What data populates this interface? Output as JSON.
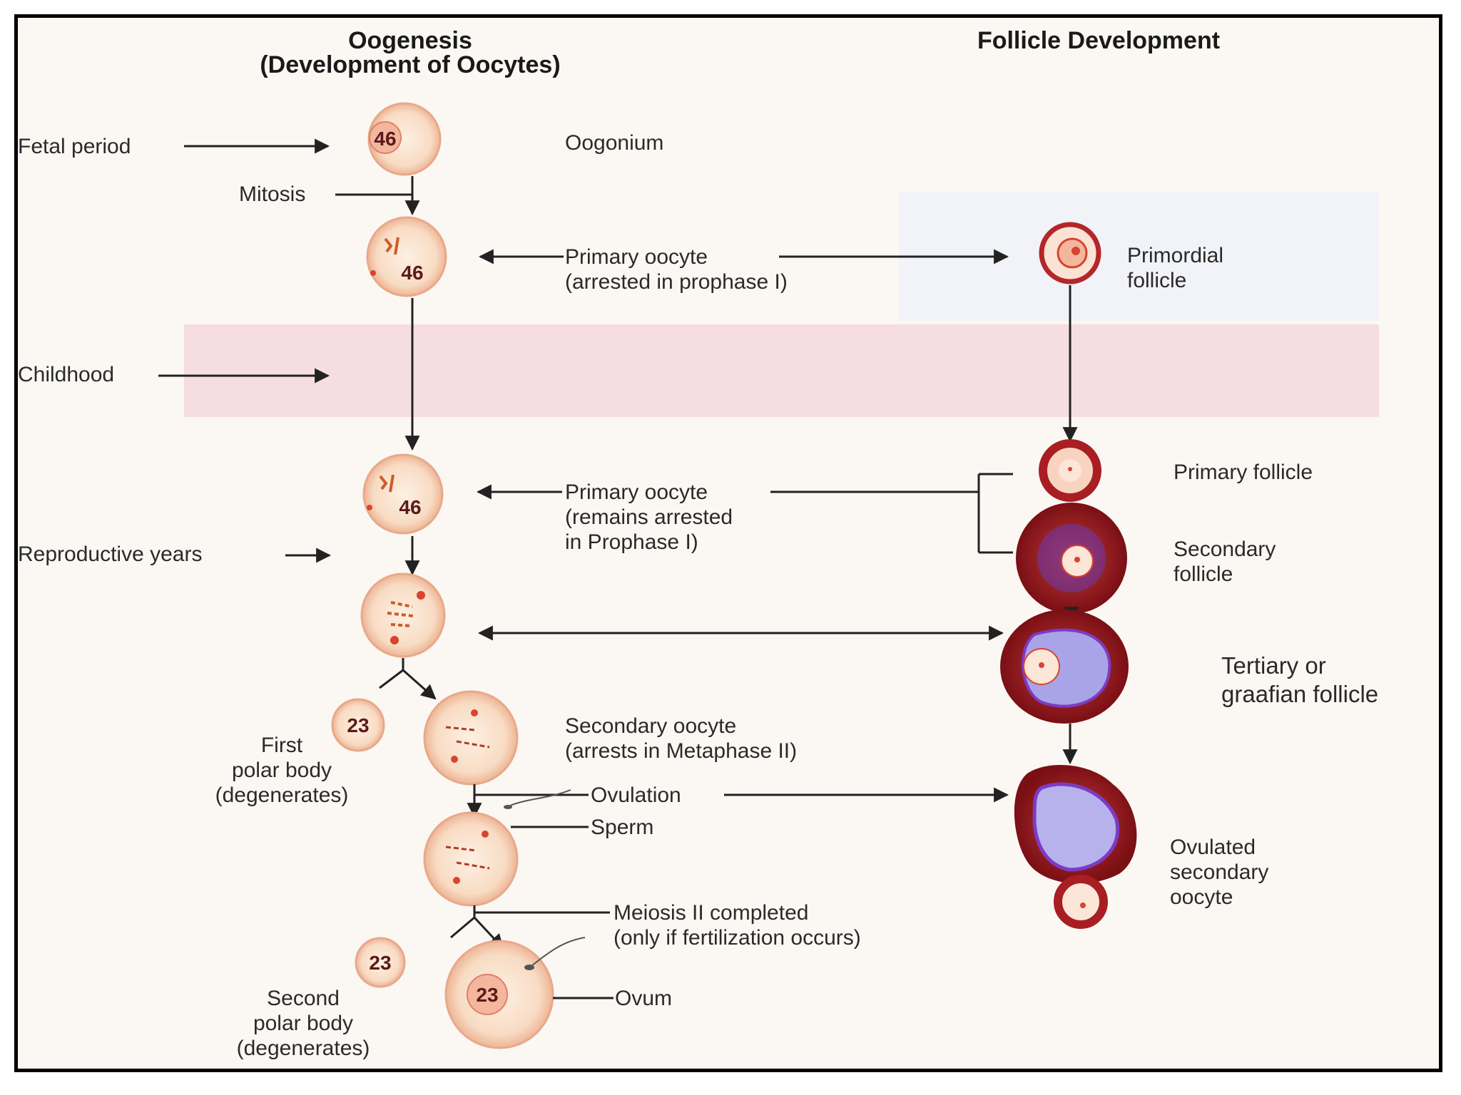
{
  "headings": {
    "oogenesis_line1": "Oogenesis",
    "oogenesis_line2": "(Development of Oocytes)",
    "follicle": "Follicle Development"
  },
  "periods": {
    "fetal": "Fetal period",
    "childhood": "Childhood",
    "reproductive": "Reproductive years"
  },
  "processes": {
    "mitosis": "Mitosis",
    "ovulation": "Ovulation",
    "sperm": "Sperm",
    "meiosis2_line1": "Meiosis II completed",
    "meiosis2_line2": "(only if fertilization occurs)"
  },
  "oogenesis_cells": {
    "oogonium": "Oogonium",
    "primary_oocyte_1_line1": "Primary oocyte",
    "primary_oocyte_1_line2": "(arrested in prophase I)",
    "primary_oocyte_2_line1": "Primary oocyte",
    "primary_oocyte_2_line2": "(remains arrested",
    "primary_oocyte_2_line3": "in Prophase I)",
    "secondary_oocyte_line1": "Secondary oocyte",
    "secondary_oocyte_line2": "(arrests in Metaphase II)",
    "ovum": "Ovum",
    "first_polar_line1": "First",
    "first_polar_line2": "polar body",
    "first_polar_line3": "(degenerates)",
    "second_polar_line1": "Second",
    "second_polar_line2": "polar body",
    "second_polar_line3": "(degenerates)"
  },
  "chromosome_counts": {
    "oogonium": "46",
    "primary_1": "46",
    "primary_2": "46",
    "first_polar": "23",
    "second_polar": "23",
    "ovum": "23"
  },
  "follicles": {
    "primordial_line1": "Primordial",
    "primordial_line2": "follicle",
    "primary": "Primary follicle",
    "secondary_line1": "Secondary",
    "secondary_line2": "follicle",
    "tertiary_line1": "Tertiary or",
    "tertiary_line2": "graafian follicle",
    "ovulated_line1": "Ovulated",
    "ovulated_line2": "secondary",
    "ovulated_line3": "oocyte"
  },
  "colors": {
    "cell_fill": "#f8dcc4",
    "cell_edge": "#e8a98a",
    "nucleus": "#e35a4a",
    "follicle_wall": "#9b1b1b",
    "antrum": "#a9a4e8",
    "childhood_band": "#f6dde2"
  }
}
